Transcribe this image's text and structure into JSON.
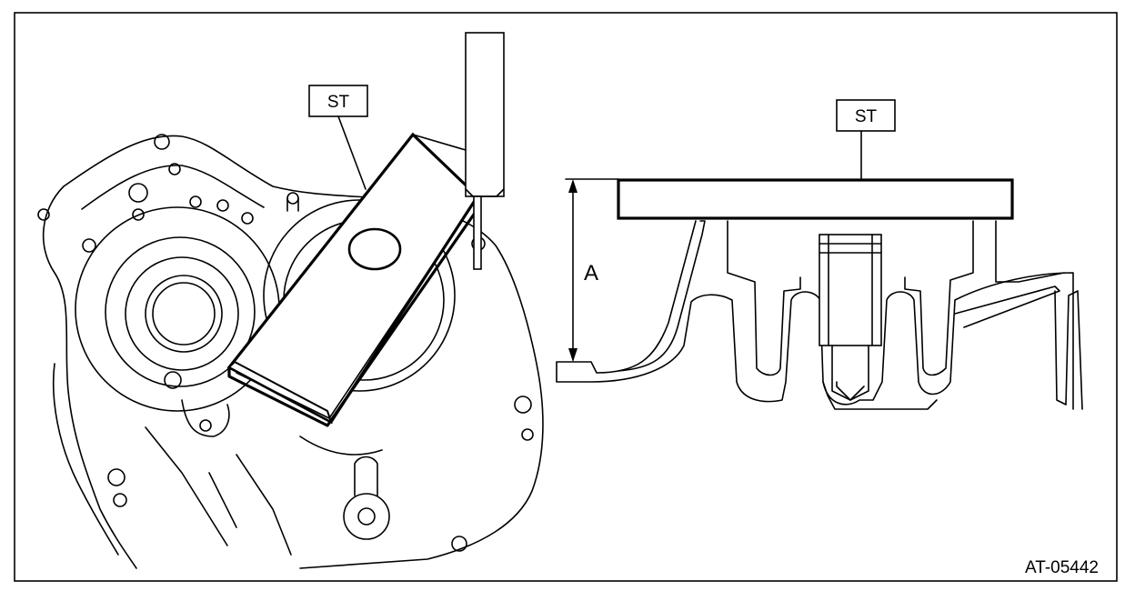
{
  "left_view": {
    "tool_label": "ST"
  },
  "right_view": {
    "tool_label": "ST",
    "dimension_label": "A"
  },
  "figure_id": "AT-05442"
}
